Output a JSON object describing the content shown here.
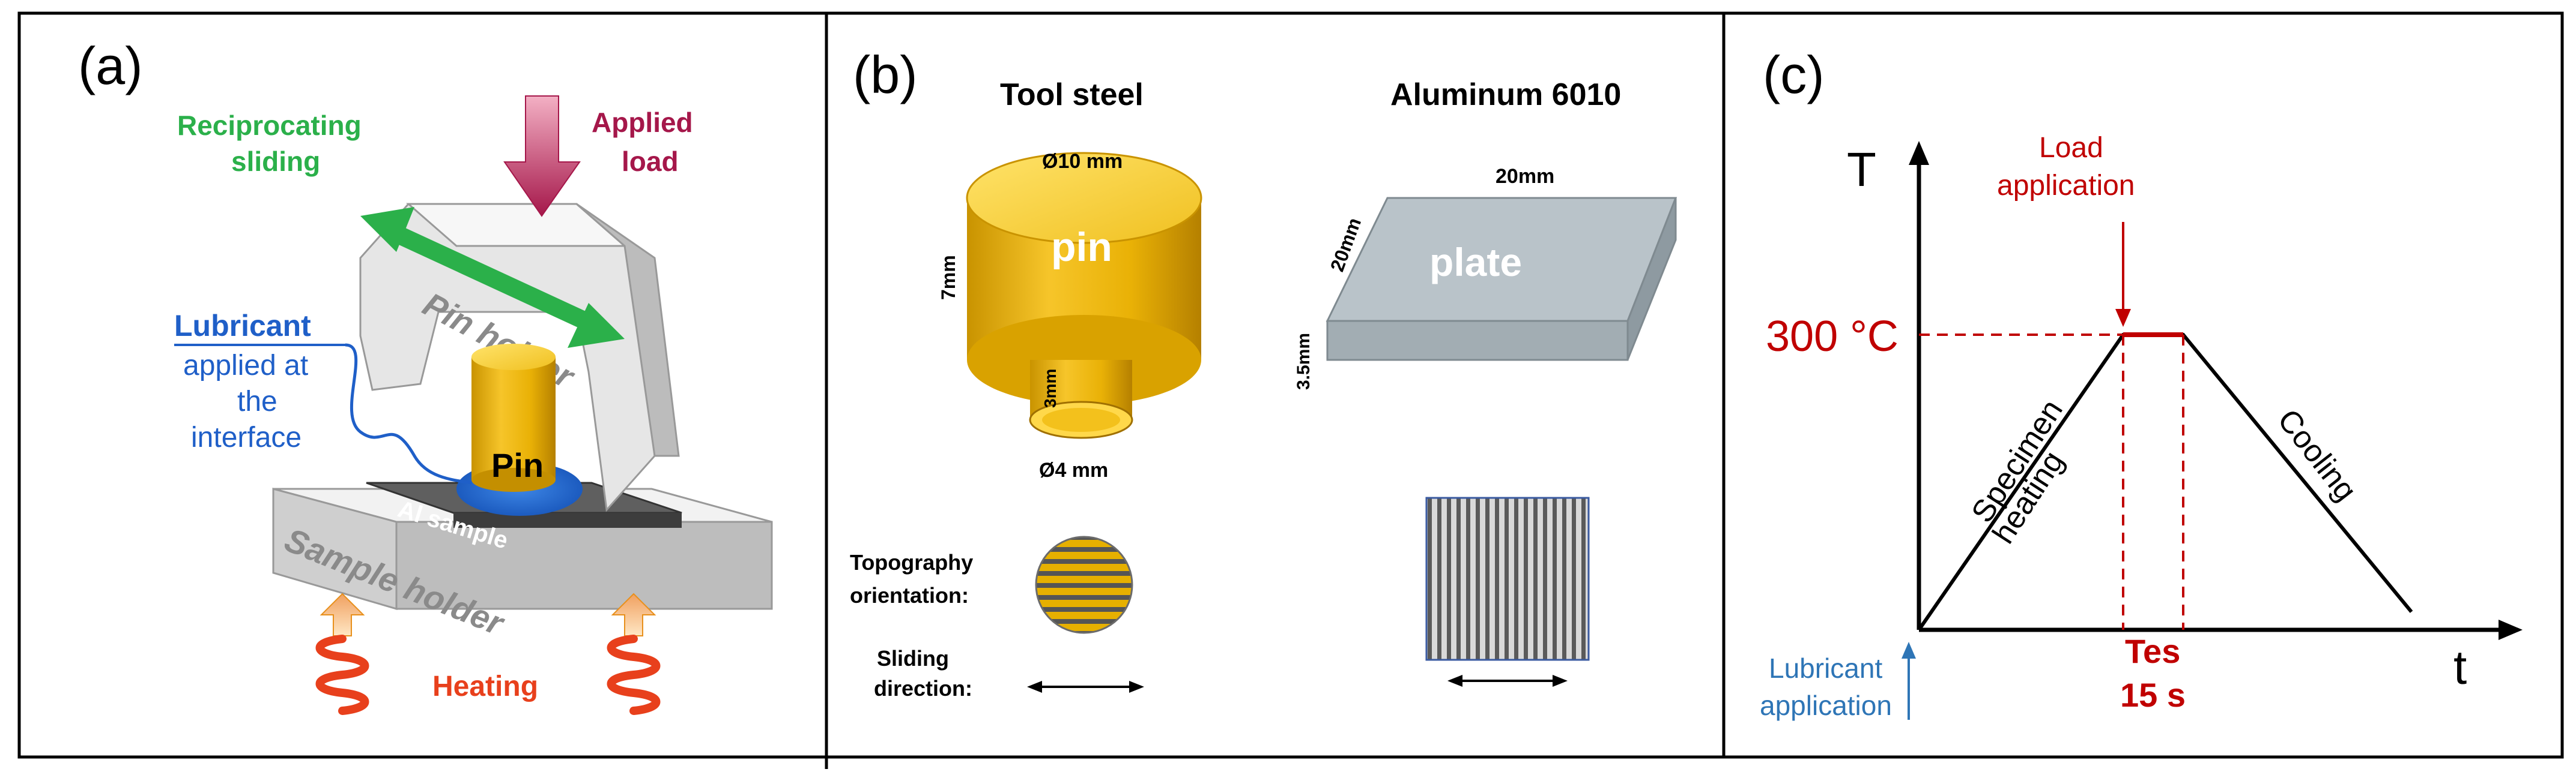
{
  "panel_a": {
    "label": "(a)",
    "reciprocating_line1": "Reciprocating",
    "reciprocating_line2": "sliding",
    "applied_line1": "Applied",
    "applied_line2": "load",
    "lubricant_line1": "Lubricant",
    "lubricant_line2": "applied at",
    "lubricant_line3": "the",
    "lubricant_line4": "interface",
    "pin_holder": "Pin holder",
    "pin": "Pin",
    "al_sample": "Al sample",
    "sample_holder": "Sample holder",
    "heating": "Heating",
    "colors": {
      "green": "#2bb04a",
      "red": "#a5174a",
      "blue": "#1f5fc8",
      "orange": "#e8401c",
      "gold": "#f2b705"
    }
  },
  "panel_b": {
    "label": "(b)",
    "tool_steel": "Tool steel",
    "aluminum": "Aluminum 6010",
    "pin_text": "pin",
    "plate_text": "plate",
    "dim_d10": "Ø10 mm",
    "dim_7mm": "7mm",
    "dim_3mm": "3mm",
    "dim_d4": "Ø4 mm",
    "dim_20mm_top": "20mm",
    "dim_20mm_side": "20mm",
    "dim_35mm": "3.5mm",
    "topo_line1": "Topography",
    "topo_line2": "orientation:",
    "sliding_line1": "Sliding",
    "sliding_line2": "direction:"
  },
  "panel_c": {
    "label": "(c)",
    "y_axis": "T",
    "x_axis": "t",
    "temp": "300 °C",
    "load_line1": "Load",
    "load_line2": "application",
    "heating_line1": "Specimen",
    "heating_line2": "heating",
    "cooling": "Cooling",
    "lub_line1": "Lubricant",
    "lub_line2": "application",
    "tes": "Tes",
    "tes_value": "15 s",
    "colors": {
      "red": "#c00000",
      "blue": "#2e75b6"
    }
  }
}
